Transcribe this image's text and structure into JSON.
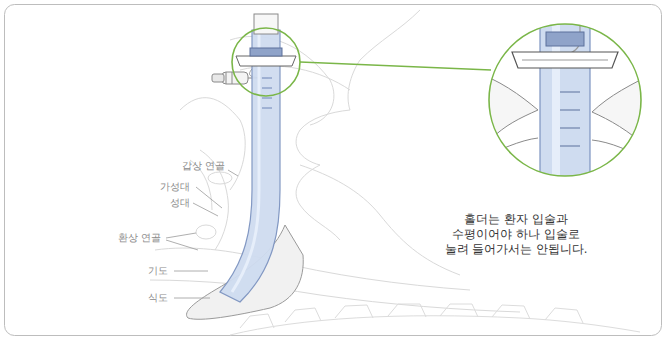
{
  "diagram": {
    "labels": [
      "갑상 연골",
      "가성대",
      "성대",
      "환상 연골",
      "기도",
      "식도",
      "홀더는 환자 입술과 수평이어야 하나 입술로 눌려 들어가서는 안됩니다."
    ]
  }
}
